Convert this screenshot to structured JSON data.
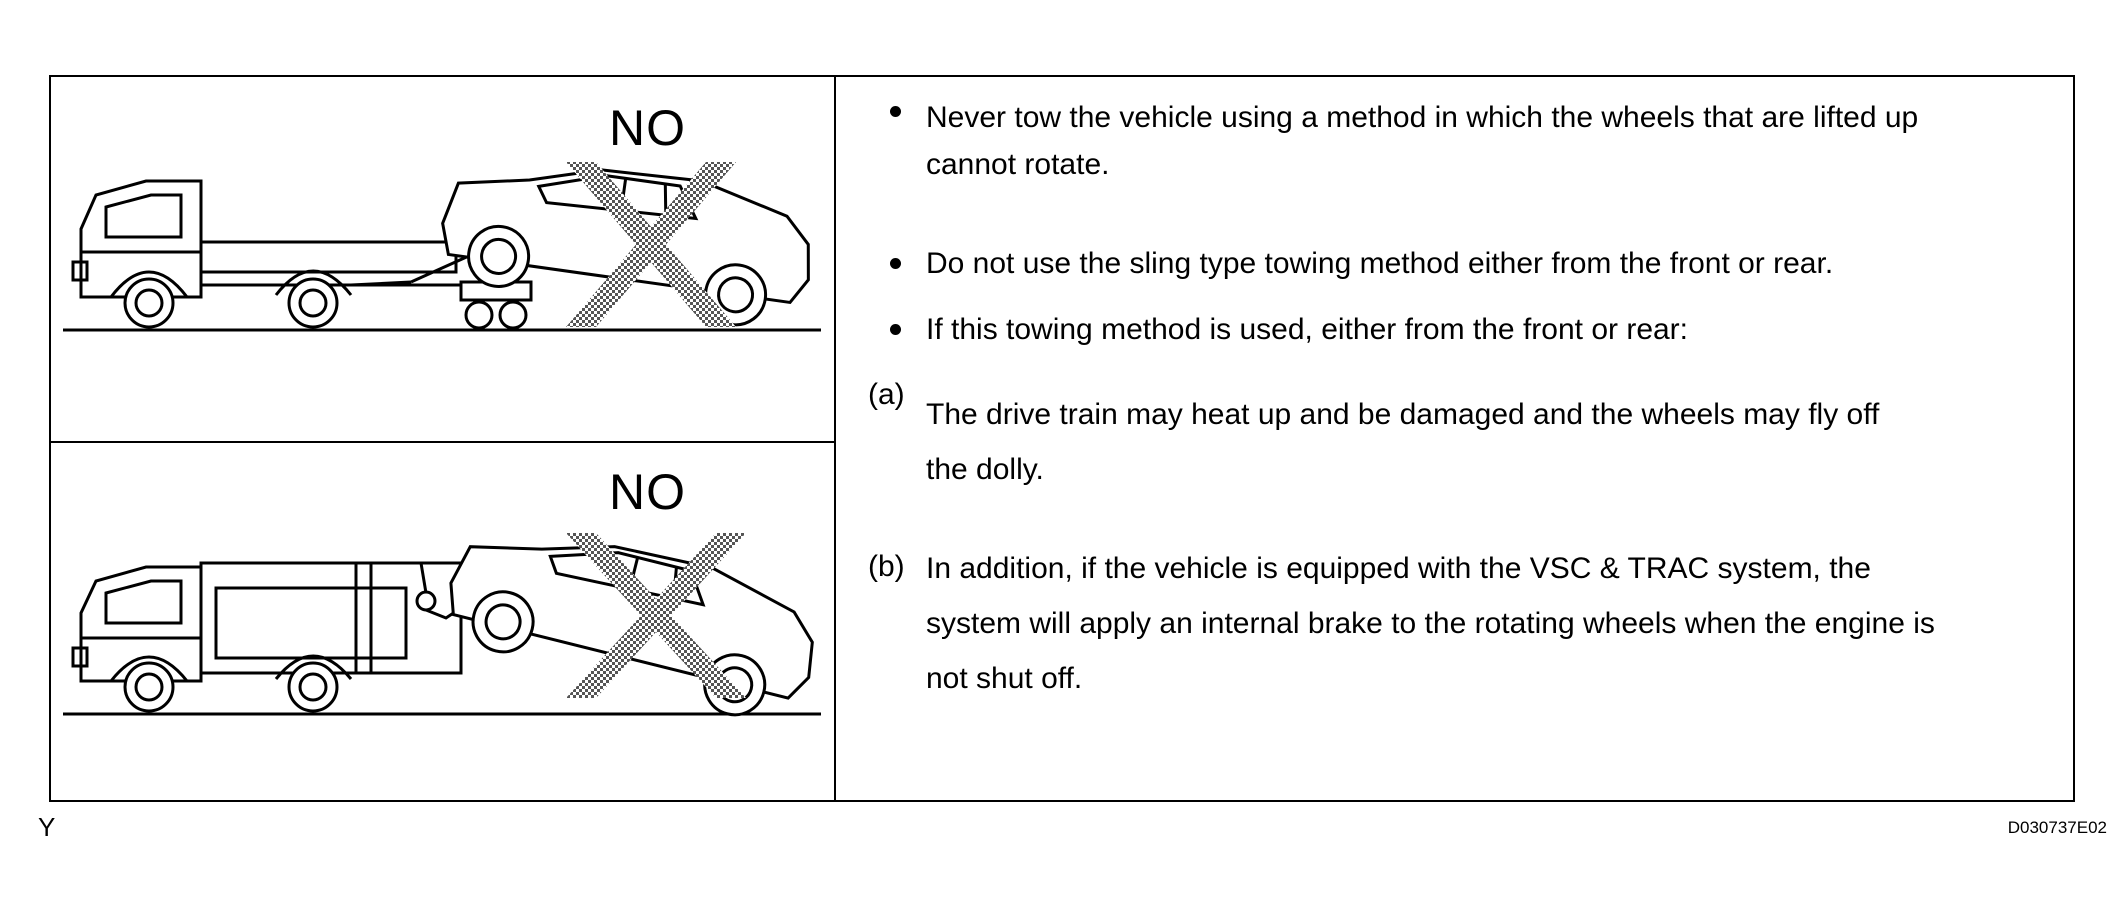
{
  "panels": [
    {
      "label": "NO"
    },
    {
      "label": "NO"
    }
  ],
  "bullets": [
    {
      "text_lines": [
        "Never tow the vehicle using a method in which the wheels that are lifted up",
        "cannot rotate."
      ]
    },
    {
      "text_lines": [
        "Do not use the sling type towing method either from the front or rear."
      ]
    },
    {
      "text_lines": [
        "If this towing method is used, either from the front or rear:"
      ]
    }
  ],
  "sub_items": [
    {
      "marker": "(a)",
      "text_lines": [
        "The drive train may heat up and be damaged and the wheels may fly off",
        "the dolly."
      ]
    },
    {
      "marker": "(b)",
      "text_lines": [
        "In addition, if the vehicle is equipped with the VSC & TRAC system, the",
        "system will apply an internal brake to the rotating wheels when the engine is",
        "not shut off."
      ]
    }
  ],
  "footer": {
    "left": "Y",
    "right": "D030737E02"
  }
}
